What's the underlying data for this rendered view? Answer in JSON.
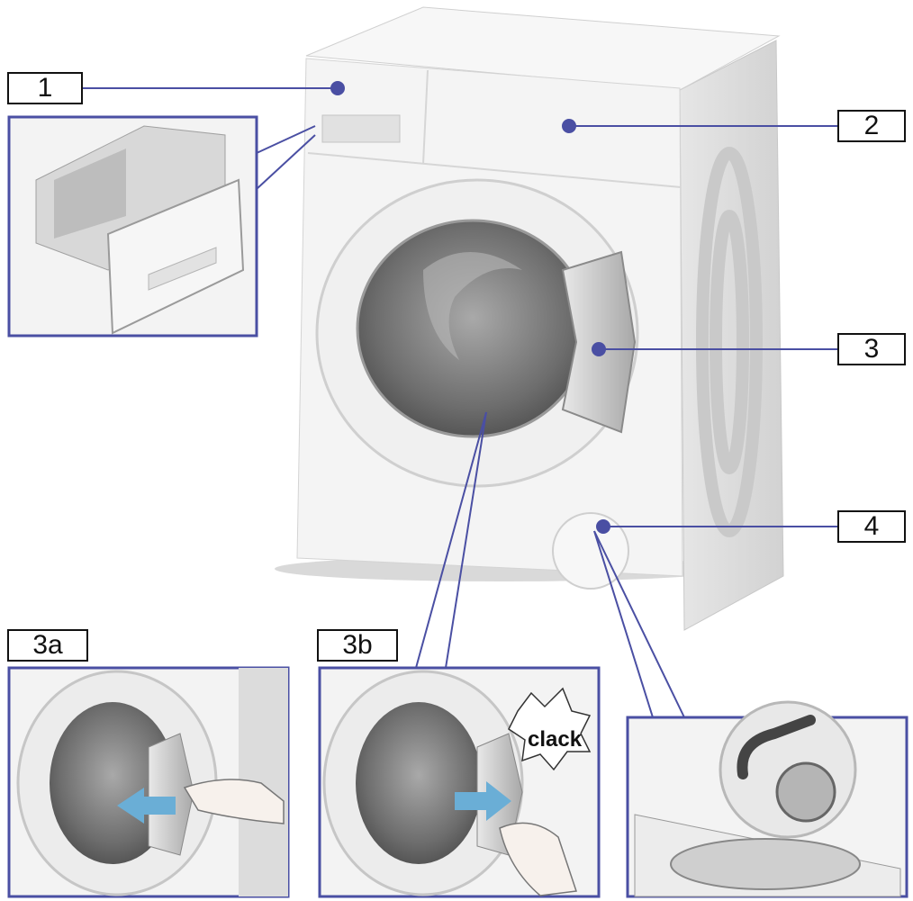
{
  "callouts": {
    "c1": "1",
    "c2": "2",
    "c3": "3",
    "c4": "4",
    "c3a": "3a",
    "c3b": "3b"
  },
  "sound_label": "clack",
  "colors": {
    "leader_line": "#4a4fa3",
    "panel_border": "#4a4fa3",
    "arrow": "#6aaed6",
    "appliance": "#f2f2f2"
  }
}
